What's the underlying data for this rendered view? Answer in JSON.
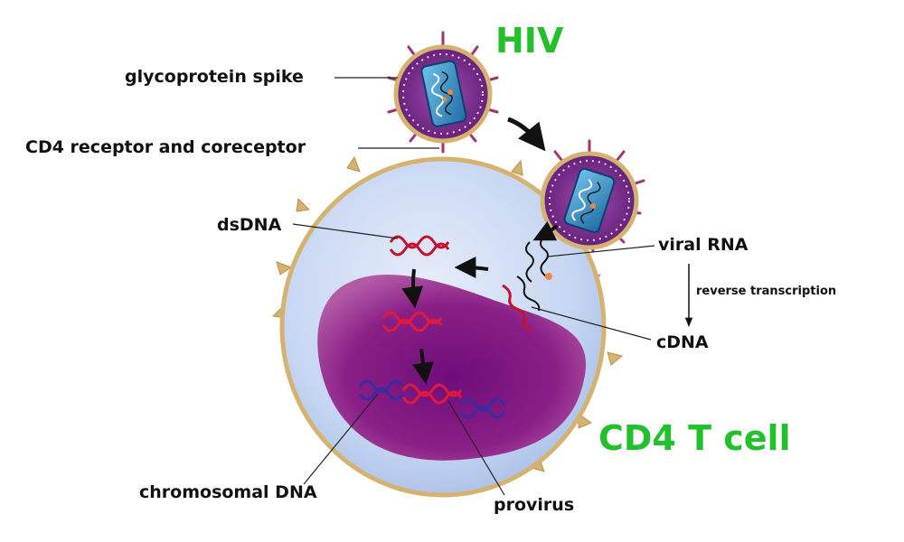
{
  "title": "HIV",
  "cell_label": "CD4 T cell",
  "labels": {
    "glycoprotein_spike": "glycoprotein spike",
    "cd4_receptor": "CD4 receptor and coreceptor",
    "dsdna": "dsDNA",
    "viral_rna": "viral RNA",
    "reverse_transcription": "reverse transcription",
    "cdna": "cDNA",
    "chromosomal_dna": "chromosomal DNA",
    "provirus": "provirus"
  },
  "colors": {
    "title_green": "#22c02a",
    "cell_fill": "#c6d6f2",
    "cell_membrane": "#d6b270",
    "nucleus": "#8a1f86",
    "virus_envelope": "#7b2b8e",
    "capsid": "#2a7fb5",
    "dna_red": "#c8102e",
    "dna_blue": "#3a2ca0",
    "arrow": "#111111"
  }
}
